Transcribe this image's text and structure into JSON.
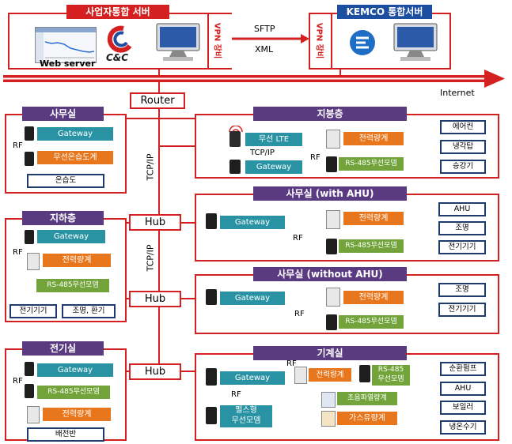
{
  "servers": {
    "integrated": "사업자통합 서버",
    "kemco": "KEMCO 통합서버",
    "web_server": "Web server",
    "logo": "C&C",
    "vpn_left": "VPN 장비",
    "vpn_right": "VPN 장비",
    "protocol1": "SFTP",
    "protocol2": "XML"
  },
  "network": {
    "internet": "Internet",
    "router": "Router",
    "tcpip_1": "TCP/IP",
    "tcpip_2": "TCP/IP",
    "hub": "Hub"
  },
  "office": {
    "title": "사무실",
    "gateway": "Gateway",
    "rf": "RF",
    "sensor": "무선온습도계",
    "endpoint": "온습도"
  },
  "basement": {
    "title": "지하층",
    "gateway": "Gateway",
    "rf": "RF",
    "meter": "전력량계",
    "modem": "RS-485무선모뎀",
    "endpoints": [
      "전기기기",
      "조명, 환기"
    ]
  },
  "electric": {
    "title": "전기실",
    "gateway": "Gateway",
    "rf": "RF",
    "modem": "RS-485무선모뎀",
    "meter": "전력량계",
    "endpoint": "배전반"
  },
  "rooftop": {
    "title": "지붕층",
    "lte": "무선 LTE",
    "tcpip": "TCP/IP",
    "gateway": "Gateway",
    "rf": "RF",
    "meter": "전력량계",
    "modem": "RS-485무선모뎀",
    "endpoints": [
      "에어컨",
      "냉각탑",
      "승강기"
    ]
  },
  "office_ahu": {
    "title": "사무실 (with AHU)",
    "gateway": "Gateway",
    "rf": "RF",
    "meter": "전력량계",
    "modem": "RS-485무선모뎀",
    "endpoints": [
      "AHU",
      "조명",
      "전기기기"
    ]
  },
  "office_noahu": {
    "title": "사무실 (without AHU)",
    "gateway": "Gateway",
    "rf": "RF",
    "meter": "전력량계",
    "modem": "RS-485무선모뎀",
    "endpoints": [
      "조명",
      "전기기기"
    ]
  },
  "machine": {
    "title": "기계실",
    "gateway": "Gateway",
    "rf1": "RF",
    "rf2": "RF",
    "meter": "전력량계",
    "modem": "RS-485\n무선모뎀",
    "pulse_modem": "펄스형\n무선모뎀",
    "ultrasonic": "초음파열량계",
    "gas": "가스유량계",
    "endpoints": [
      "순환펌프",
      "AHU",
      "보일러",
      "냉온수기"
    ]
  },
  "colors": {
    "red": "#d42020",
    "purple": "#5a3b82",
    "teal": "#2a93a3",
    "orange": "#e8761c",
    "green": "#72a43b",
    "navy": "#1f3b6e"
  }
}
